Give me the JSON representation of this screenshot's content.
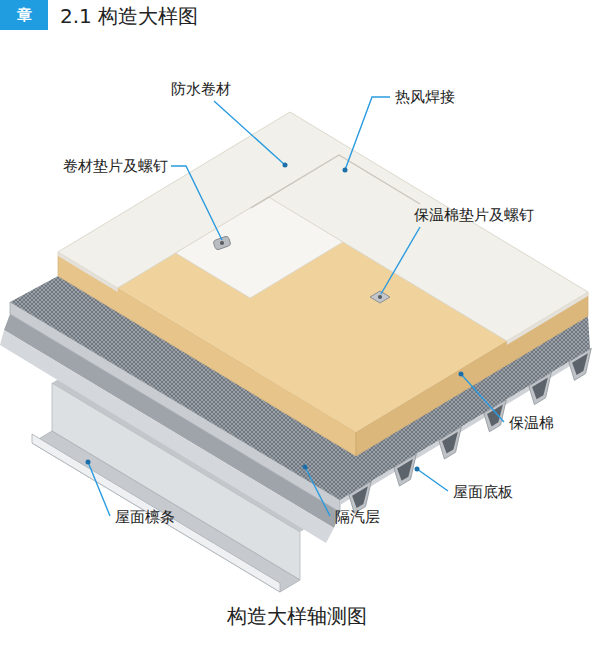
{
  "diagram": {
    "title": "2.1 构造大样图",
    "caption": "构造大样轴测图",
    "nodes": [
      {
        "text": [
          "章"
        ]
      }
    ],
    "labels": [
      "防水卷材",
      "热风焊接",
      "卷材垫片及螺钉",
      "保温棉垫片及螺钉",
      "保温棉",
      "屋面底板",
      "屋面檩条",
      "隔汽层"
    ]
  }
}
